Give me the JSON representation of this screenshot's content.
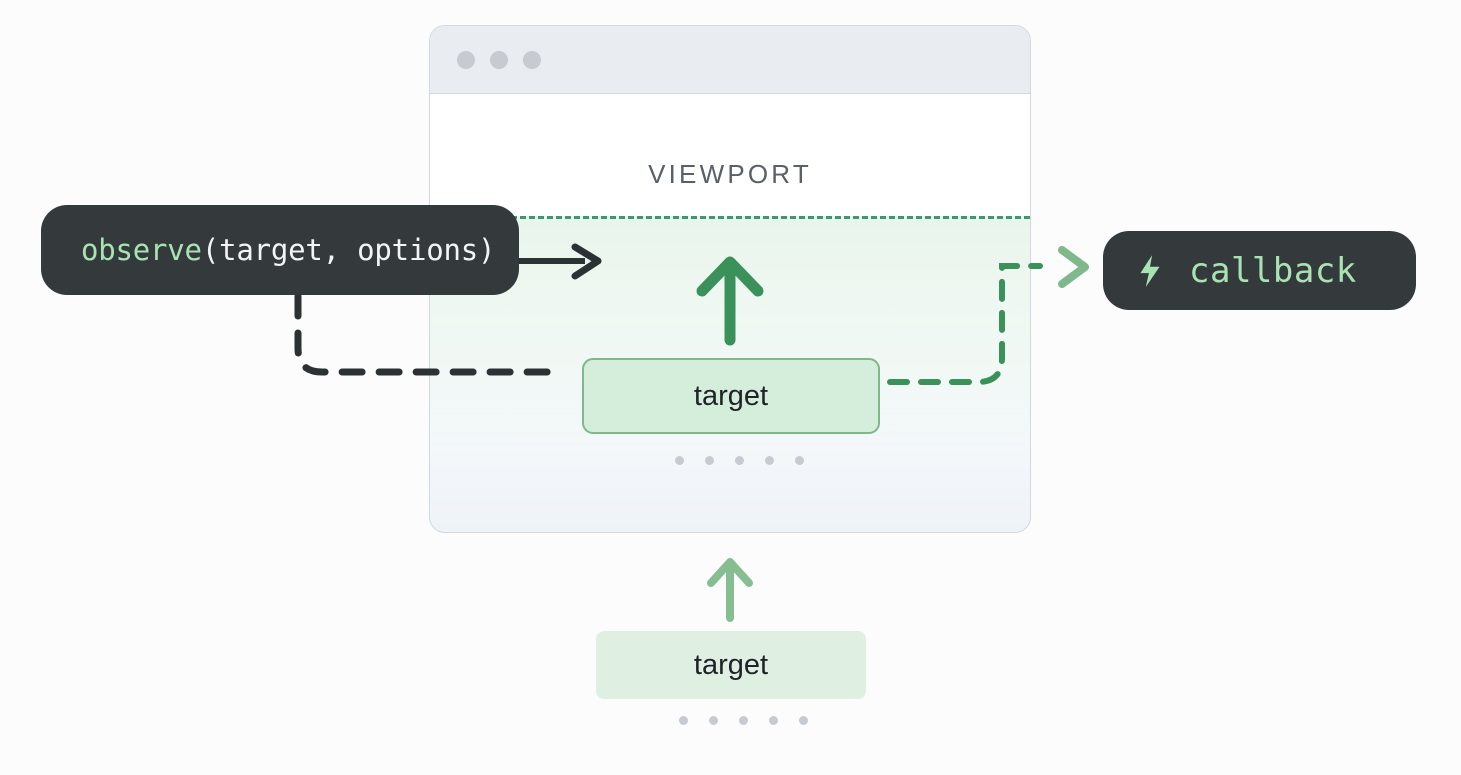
{
  "background_color": "#fcfcfc",
  "window": {
    "name": "browser-window",
    "viewport_label": "VIEWPORT",
    "controls": [
      "window-dot-1",
      "window-dot-2",
      "window-dot-3"
    ],
    "scroll_dots_count": 5
  },
  "pills": {
    "observe": {
      "function_name": "observe",
      "arguments": "(target, options)",
      "fn_color": "#a9e3b4",
      "arg_color": "#f2f4f5",
      "bg_color": "#343a3c"
    },
    "callback": {
      "icon": "lightning-bolt-icon",
      "label": "callback",
      "text_color": "#a9e3b4",
      "bg_color": "#343a3c"
    }
  },
  "boxes": {
    "target_inside_viewport": {
      "label": "target",
      "fill": "#d4eedb",
      "border": "#7fb88a"
    },
    "target_below_viewport": {
      "label": "target",
      "fill": "#dff0e3"
    }
  },
  "arrows": {
    "observe_to_viewport": "solid-dark-arrow-right",
    "observe_to_target": "dashed-dark-path",
    "target_to_callback": "dashed-green-arrow",
    "scroll_up_inside": "green-arrow-up",
    "scroll_up_outside": "green-arrow-up"
  },
  "colors": {
    "green_dark": "#3a9159",
    "green_mid": "#7fb88a",
    "green_dash": "#3a9870",
    "dark": "#343a3c",
    "gray_text": "#5a6068",
    "gray_dot": "#c6cbd1",
    "window_border": "#d3d8de",
    "titlebar": "#e9ecf0"
  }
}
